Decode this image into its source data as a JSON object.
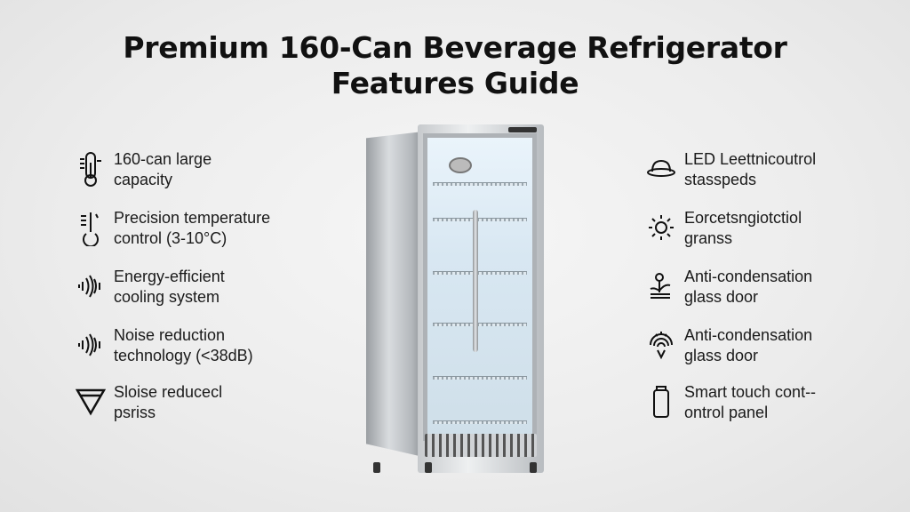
{
  "title": {
    "line1": "Premium 160-Can Beverage Refrigerator",
    "line2": "Features Guide"
  },
  "left_features": [
    {
      "icon": "thermometer-icon",
      "line1": "160-can large",
      "line2": "capacity"
    },
    {
      "icon": "temperature-icon",
      "line1": "Precision temperature",
      "line2": "control (3-10°C)"
    },
    {
      "icon": "sound-wave-icon",
      "line1": "Energy-efficient",
      "line2": "cooling system"
    },
    {
      "icon": "sound-wave-icon",
      "line1": "Noise reduction",
      "line2": "technology (<38dB)"
    },
    {
      "icon": "triangle-icon",
      "line1": "Sloise reducecl",
      "line2": "psriss"
    }
  ],
  "right_features": [
    {
      "icon": "dome-light-icon",
      "line1": "LED Leettnicoutrol",
      "line2": "stasspeds"
    },
    {
      "icon": "sun-icon",
      "line1": "Eorcetsngiotctiol",
      "line2": "granss"
    },
    {
      "icon": "sprout-icon",
      "line1": "Anti-condensation",
      "line2": "glass door"
    },
    {
      "icon": "fingerprint-icon",
      "line1": "Anti-condensation",
      "line2": "glass door"
    },
    {
      "icon": "phone-icon",
      "line1": "Smart touch cont--",
      "line2": "ontrol panel"
    }
  ]
}
